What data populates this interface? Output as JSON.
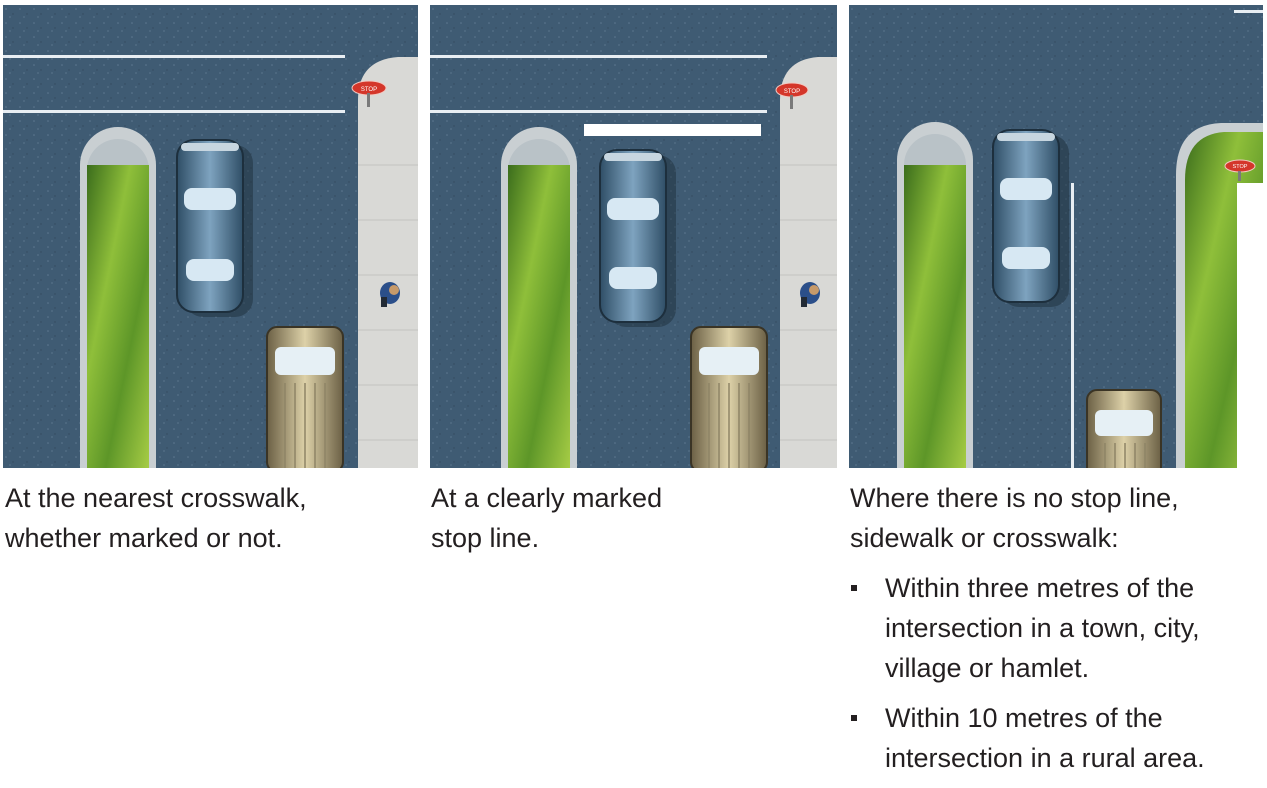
{
  "colors": {
    "road": "#3f5b73",
    "road_speckle": "#5e7890",
    "lane_line": "#e8eef3",
    "sidewalk": "#d9d9d6",
    "median_curb": "#c9cfd2",
    "grass_dark": "#3b6d1c",
    "grass_light": "#8fbf3a",
    "car_body": "#5d84a3",
    "car_glass": "#d7e8f3",
    "wagon_body": "#c6b890",
    "stop_sign": "#d4362a",
    "pedestrian_shirt": "#2b4f8a"
  },
  "panels": [
    {
      "name": "nearest-crosswalk-illustration",
      "caption_lines": [
        "At the nearest crosswalk,",
        "whether marked or not."
      ],
      "sign_text": "STOP"
    },
    {
      "name": "stop-line-illustration",
      "caption_lines": [
        "At a clearly marked",
        "stop line."
      ],
      "sign_text": "STOP"
    },
    {
      "name": "no-stop-line-illustration",
      "caption_lines": [
        "Where there is no stop line,",
        "sidewalk or crosswalk:"
      ],
      "sign_text": "STOP",
      "bullets": [
        {
          "lines": [
            "Within three metres of the",
            "intersection in a town, city,",
            "village or hamlet."
          ]
        },
        {
          "lines": [
            "Within 10 metres of the",
            "intersection in a rural area."
          ]
        }
      ]
    }
  ]
}
